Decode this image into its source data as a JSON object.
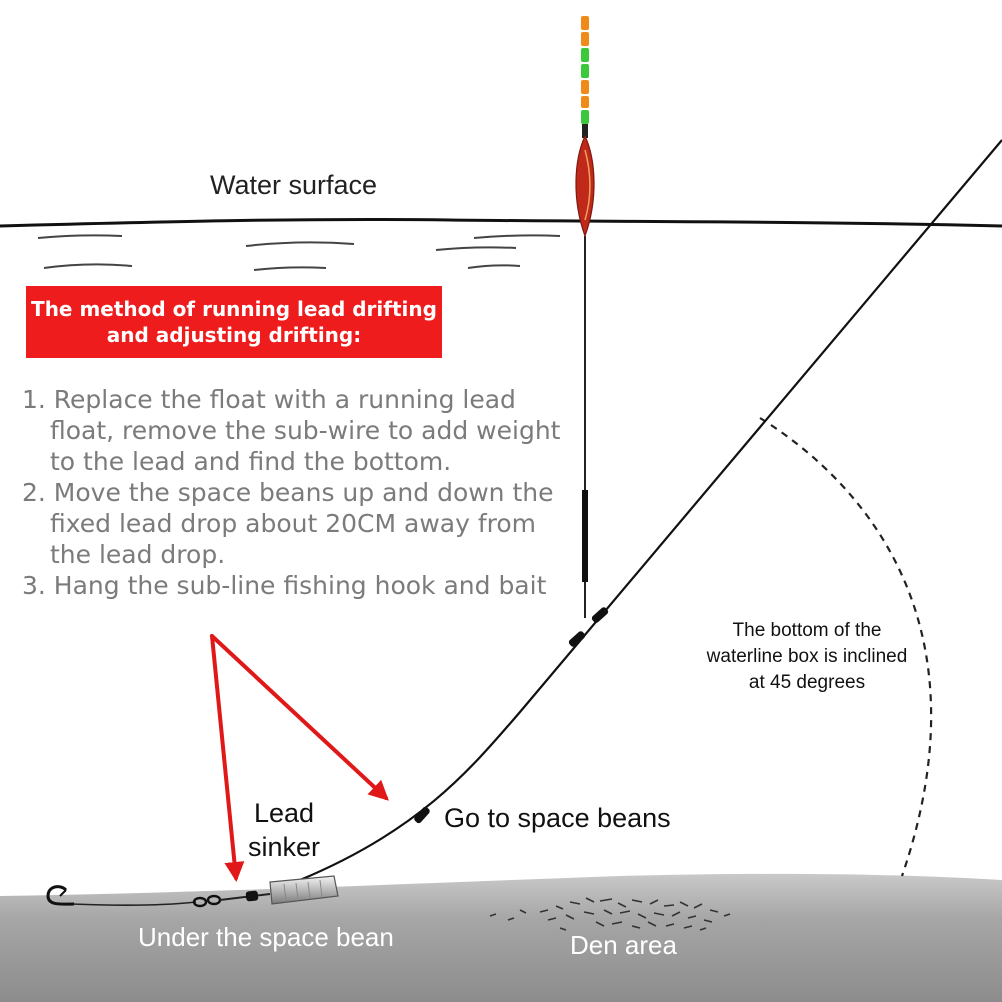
{
  "labels": {
    "water_surface": "Water surface",
    "lead_sinker_line1": "Lead",
    "lead_sinker_line2": "sinker",
    "go_to_space_beans": "Go to space beans",
    "incline_note": "The bottom of the waterline box is inclined at 45 degrees",
    "under_space_bean": "Under the space bean",
    "den_area": "Den area"
  },
  "banner": {
    "line1": "The method of running lead drifting",
    "line2": "and adjusting drifting:",
    "color": "#ee1c1c"
  },
  "steps": [
    {
      "line1": "1. Replace the float with a running lead",
      "line2": "float, remove the sub-wire to add weight",
      "line3": "to the lead and find the bottom."
    },
    {
      "line1": "2. Move the space beans up and down the",
      "line2": "fixed lead drop about 20CM away from",
      "line3": "the lead drop."
    },
    {
      "line1": "3. Hang the sub-line fishing hook and bait"
    }
  ],
  "colors": {
    "arrow": "#e01818",
    "bottom": "#9a9a9a",
    "float_body": "#c0281a",
    "float_orange": "#f08a1a",
    "float_green": "#3cc83c"
  }
}
